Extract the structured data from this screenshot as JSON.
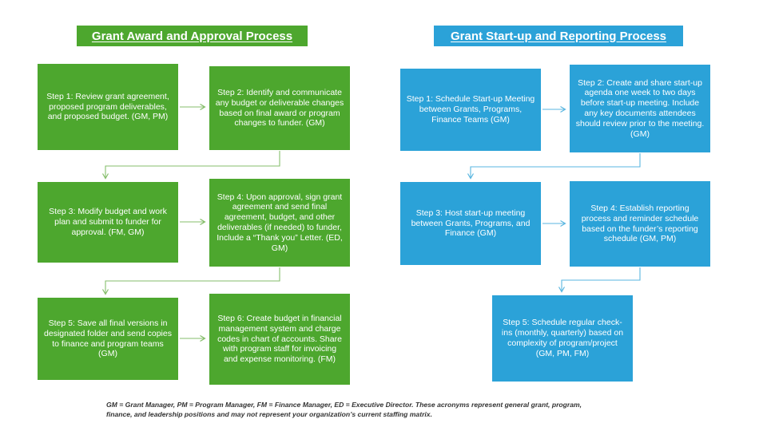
{
  "left_flow": {
    "title": "Grant Award and Approval Process",
    "steps": [
      "Step 1: Review grant agreement, proposed program deliverables, and proposed budget. (GM, PM)",
      "Step 2: Identify and communicate any budget or deliverable changes based on final award or program changes to funder. (GM)",
      "Step 3: Modify budget and work plan and submit to funder for approval. (FM, GM)",
      "Step 4: Upon approval, sign grant agreement and send final agreement, budget, and other deliverables (if needed) to funder, Include a “Thank you” Letter. (ED, GM)",
      "Step 5: Save all final versions in designated folder and send copies to finance and program teams (GM)",
      "Step 6: Create budget in financial management system and charge codes in chart of accounts. Share with program staff for invoicing and expense monitoring. (FM)"
    ]
  },
  "right_flow": {
    "title": "Grant Start-up and Reporting Process",
    "steps": [
      "Step 1: Schedule Start-up Meeting between Grants, Programs, Finance Teams (GM)",
      "Step 2: Create and share start-up agenda one week to two days before start-up meeting. Include any key documents attendees should review prior to the meeting. (GM)",
      "Step 3: Host start-up meeting between Grants, Programs, and Finance (GM)",
      "Step 4: Establish reporting process and reminder schedule based on the funder’s reporting schedule (GM, PM)",
      "Step 5: Schedule regular check-ins (monthly, quarterly) based on complexity of program/project (GM, PM, FM)"
    ]
  },
  "footnote": {
    "line1": "GM = Grant Manager, PM = Program Manager, FM = Finance Manager, ED = Executive Director. These acronyms represent general grant, program,",
    "line2": "finance, and leadership positions and may not represent your organization’s current staffing matrix."
  },
  "colors": {
    "green": "#4DA72E",
    "blue": "#2BA2D8",
    "green_connector": "#86BE6B",
    "blue_connector": "#5AB6E0"
  }
}
